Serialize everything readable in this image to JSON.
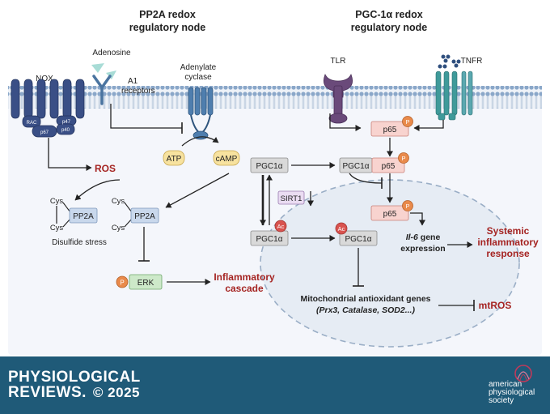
{
  "headers": {
    "pp2a_node": [
      "PP2A redox",
      "regulatory node"
    ],
    "pgc_node": [
      "PGC-1α redox",
      "regulatory node"
    ]
  },
  "membrane": {
    "nox": "NOX",
    "nox_subunits": {
      "rac": "RAC",
      "p47": "p47",
      "p67": "p67",
      "p40": "p40"
    },
    "adenosine": "Adenosine",
    "a1_receptors": [
      "A1",
      "receptors"
    ],
    "adenylate_cyclase": [
      "Adenylate",
      "cyclase"
    ],
    "tlr": "TLR",
    "tnfr": "TNFR"
  },
  "left_pathway": {
    "ros": "ROS",
    "atp": "ATP",
    "camp": "cAMP",
    "cys": "Cys",
    "pp2a": "PP2A",
    "disulfide_stress": "Disulfide stress",
    "erk": "ERK",
    "phospho": "P",
    "inflammatory_cascade": [
      "Inflammatory",
      "cascade"
    ]
  },
  "right_pathway": {
    "pgc1a": "PGC1α",
    "p65": "p65",
    "sirt1": "SIRT1",
    "ac": "Ac",
    "phospho": "P",
    "il6_italic": "Il-6",
    "il6_rest": "gene",
    "expression": "expression",
    "systemic": [
      "Systemic",
      "inflammatory",
      "response"
    ],
    "mito_genes": "Mitochondrial antioxidant genes",
    "mito_genes_list": "(Prx3, Catalase, SOD2...)",
    "mtros": "mtROS"
  },
  "footer": {
    "journal_line1": "PHYSIOLOGICAL",
    "journal_line2": "REVIEWS.",
    "year": "© 2025",
    "publisher": [
      "american",
      "physiological",
      "society"
    ]
  },
  "colors": {
    "dark_red": "#a52422",
    "navy": "#1f3a6e",
    "membrane_blue": "#8aa7c9",
    "tlr_purple": "#6a4a7a",
    "tnfr_teal": "#3f9a9a",
    "footer_blue": "#1f5a78",
    "phospho_orange": "#e98a4b",
    "acetyl_red": "#d9534f"
  },
  "icons": [
    "arrow-icon",
    "inhibition-icon",
    "receptor-icon",
    "phospho-badge-icon",
    "acetyl-badge-icon"
  ]
}
